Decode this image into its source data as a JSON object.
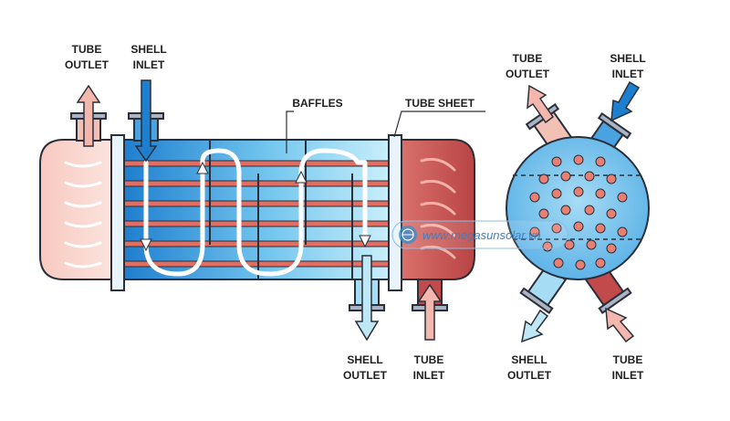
{
  "labels": {
    "tube_outlet": [
      "TUBE",
      "OUTLET"
    ],
    "shell_inlet": [
      "SHELL",
      "INLET"
    ],
    "baffles": "BAFFLES",
    "tube_sheet": "TUBE SHEET",
    "shell_outlet": [
      "SHELL",
      "OUTLET"
    ],
    "tube_inlet": [
      "TUBE",
      "INLET"
    ],
    "side_tube_outlet": [
      "TUBE",
      "OUTLET"
    ],
    "side_shell_inlet": [
      "SHELL",
      "INLET"
    ],
    "side_shell_outlet": [
      "SHELL",
      "OUTLET"
    ],
    "side_tube_inlet": [
      "TUBE",
      "INLET"
    ]
  },
  "watermark": {
    "text": "www.megasunsolar.vn",
    "icon": "globe-icon"
  },
  "colors": {
    "hot": "#c24a4a",
    "hot_light": "#f3b7ae",
    "cold": "#2f8ed3",
    "cold_light": "#bfe8f7",
    "tube": "#e06a5e",
    "outline": "#2a2f3a"
  }
}
